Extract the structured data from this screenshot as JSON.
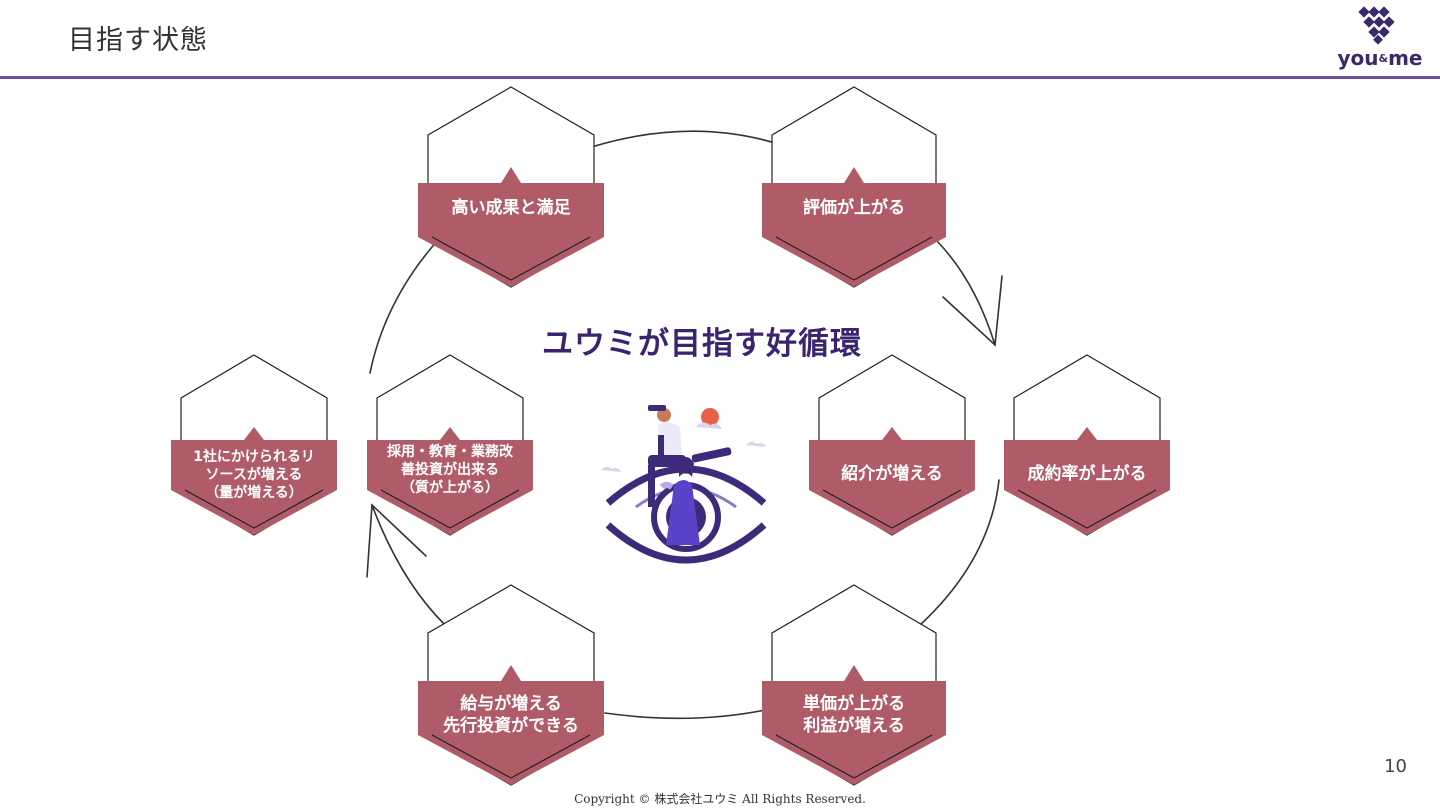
{
  "header": {
    "title": "目指す状態",
    "logo": {
      "text_you": "you",
      "text_amp": "&",
      "text_me": "me"
    }
  },
  "cycle": {
    "title": "ユウミが目指す好循環",
    "nodes": [
      {
        "label": "高い成果と満足"
      },
      {
        "label": "評価が上がる"
      },
      {
        "label": "成約率が上がる"
      },
      {
        "label": "紹介が増える"
      },
      {
        "label": "単価が上がる\n利益が増える"
      },
      {
        "label": "給与が増える\n先行投資ができる"
      },
      {
        "label": "採用・教育・業務改\n善投資が出来る\n（質が上がる）"
      },
      {
        "label": "1社にかけられるリ\nソースが増える\n（量が増える）"
      }
    ]
  },
  "colors": {
    "accent": "#6d4fa0",
    "node_fill": "#b05c68",
    "title": "#3b2370"
  },
  "footer": {
    "page_number": "10",
    "copyright": "Copyright © 株式会社ユウミ All Rights Reserved."
  }
}
